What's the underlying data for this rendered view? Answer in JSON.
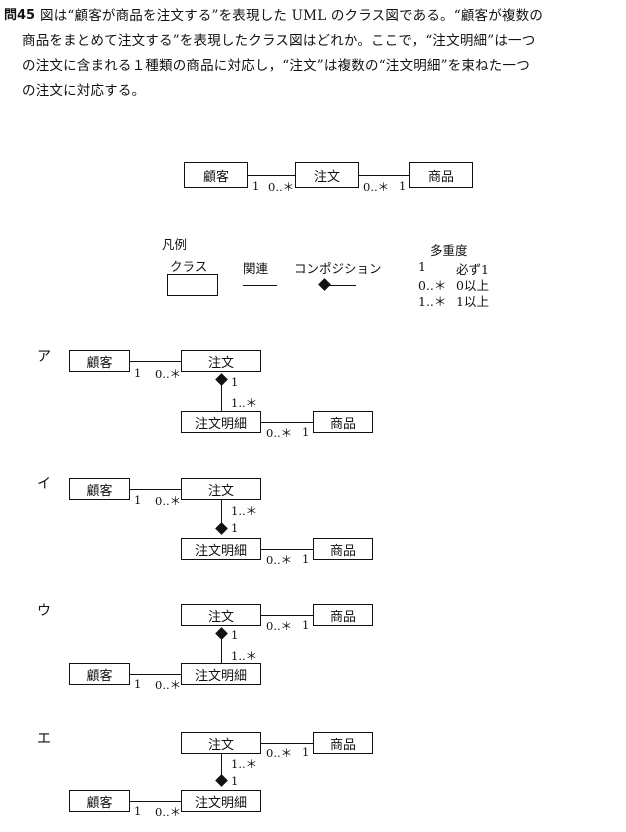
{
  "question": {
    "number": "問45",
    "lines": [
      "図は“顧客が商品を注文する”を表現した UML のクラス図である。“顧客が複数の",
      "商品をまとめて注文する”を表現したクラス図はどれか。ここで，“注文明細”は一つ",
      "の注文に含まれる１種類の商品に対応し，“注文”は複数の“注文明細”を束ねた一つ",
      "の注文に対応する。"
    ]
  },
  "classes": {
    "customer": "顧客",
    "order": "注文",
    "product": "商品",
    "order_detail": "注文明細"
  },
  "multiplicity": {
    "one": "1",
    "zero_many": "0..＊",
    "one_many": "1..＊"
  },
  "legend": {
    "title": "凡例",
    "class_label": "クラス",
    "association_label": "関連",
    "composition_label": "コンポジション",
    "multiplicity_title": "多重度",
    "rows": [
      {
        "symbol": "1",
        "meaning": "必ず1"
      },
      {
        "symbol": "0..＊",
        "meaning": "0以上"
      },
      {
        "symbol": "1..＊",
        "meaning": "1以上"
      }
    ]
  },
  "options": [
    "ア",
    "イ",
    "ウ",
    "エ"
  ]
}
